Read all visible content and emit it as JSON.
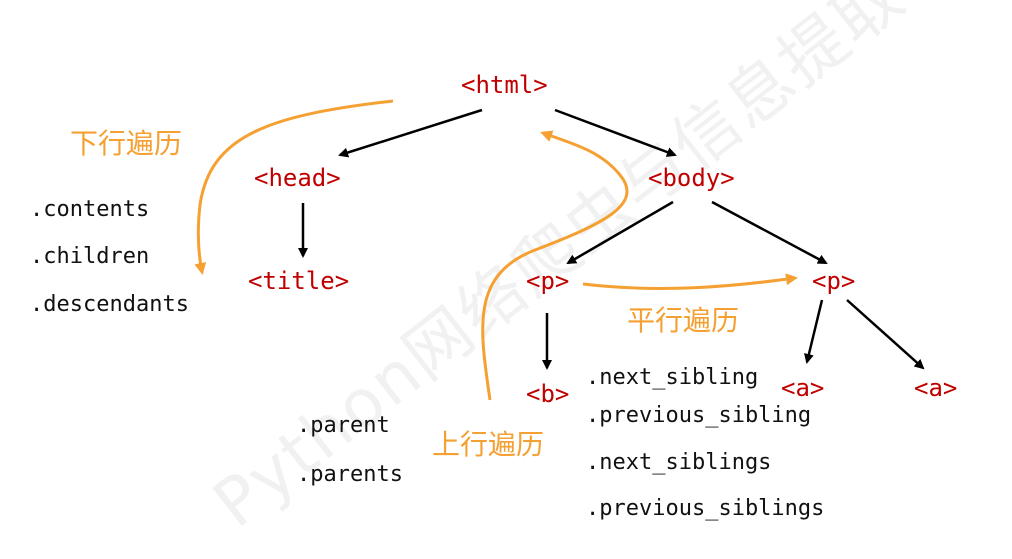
{
  "colors": {
    "tag": "#c00000",
    "accent": "#f5a033",
    "edge": "#000000",
    "text": "#111111",
    "watermark": "#f1f1f1"
  },
  "nodes": {
    "html": "<html>",
    "head": "<head>",
    "body": "<body>",
    "title": "<title>",
    "p_left": "<p>",
    "p_right": "<p>",
    "b": "<b>",
    "a_left": "<a>",
    "a_right": "<a>"
  },
  "downward": {
    "label": "下行遍历",
    "properties": [
      ".contents",
      ".children",
      ".descendants"
    ]
  },
  "upward": {
    "label": "上行遍历",
    "properties": [
      ".parent",
      ".parents"
    ]
  },
  "parallel": {
    "label": "平行遍历",
    "properties": [
      ".next_sibling",
      ".previous_sibling",
      ".next_siblings",
      ".previous_siblings"
    ]
  },
  "watermark": "Python网络爬虫与信息提取"
}
